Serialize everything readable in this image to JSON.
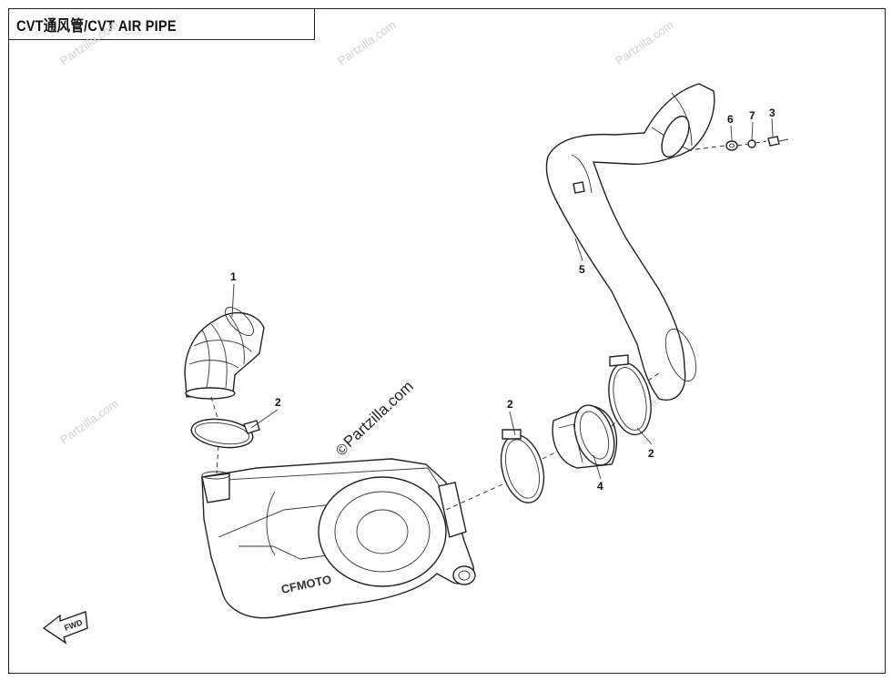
{
  "title": "CVT通风管/CVT AIR PIPE",
  "watermark": {
    "text": "Partzilla.com",
    "symbol": "©"
  },
  "callouts": [
    {
      "label": "1"
    },
    {
      "label": "2"
    },
    {
      "label": "2"
    },
    {
      "label": "2"
    },
    {
      "label": "3"
    },
    {
      "label": "4"
    },
    {
      "label": "5"
    },
    {
      "label": "6"
    },
    {
      "label": "7"
    }
  ],
  "cover_logo": "CFMOTO",
  "fwd_label": "FWD",
  "colors": {
    "line": "#222222",
    "watermark": "#d2d2d2",
    "background": "#ffffff"
  }
}
